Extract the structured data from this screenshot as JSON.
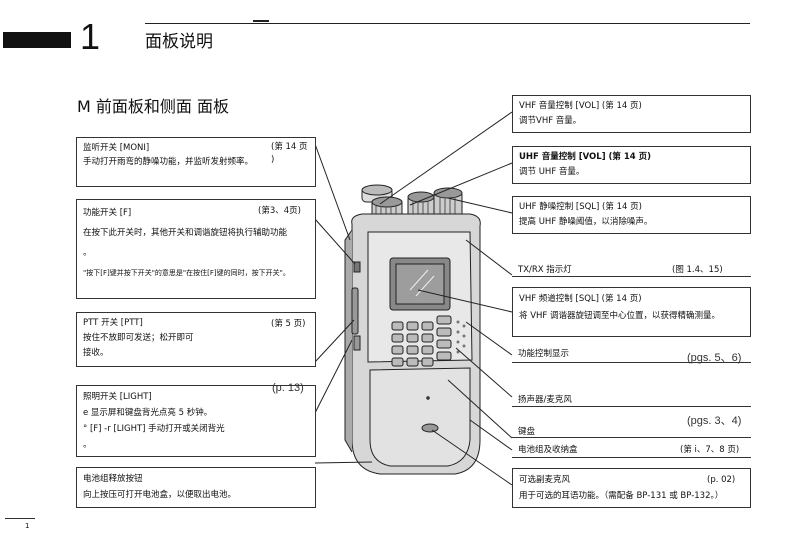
{
  "chapter": {
    "number": "1",
    "title": "面板说明"
  },
  "section_title": "M 前面板和侧面 面板",
  "left_callouts": [
    {
      "title": "监听开关 [MONI]",
      "ref": "(第 14 页",
      "ref2": ")",
      "lines": [
        "手动打开雨弯的静噪功能，并监听发射频率。"
      ]
    },
    {
      "title": "功能开关 [F]",
      "ref": "(第3、4页)",
      "lines": [
        "在按下此开关时，其他开关和调谐旋钮将执行辅助功能",
        "。",
        "\"按下[F]键并按下开关\"的意思是\"在按住[F]键的同时，按下开关\"。"
      ]
    },
    {
      "title": "PTT 开关 [PTT]",
      "ref": "(第 5 页)",
      "lines": [
        "按住不放即可发送；松开即可",
        "接收。"
      ]
    },
    {
      "title": "照明开关 [LIGHT]",
      "ref": "(p. 13)",
      "lines": [
        "e 显示屏和键盘背光点亮 5 秒钟。",
        "° [F] -r [LIGHT] 手动打开或关闭背光",
        "。"
      ]
    },
    {
      "title": "电池组释放按钮",
      "ref": "",
      "lines": [
        "向上按压可打开电池盒，以便取出电池。"
      ]
    }
  ],
  "right_callouts": {
    "vhf_vol": {
      "title": "VHF 音量控制 [VOL] (第 14 页)",
      "desc": "调节VHF 音量。"
    },
    "uhf_vol": {
      "title": "UHF 音量控制 [VOL] (第 14 页)",
      "desc": "调节 UHF 音量。"
    },
    "uhf_sql": {
      "title": "UHF 静噪控制 [SQL] (第 14 页)",
      "desc": "提高 UHF 静噪阈值，以消除噪声。"
    },
    "txrx": {
      "title": "TX/RX 指示灯",
      "ref": "(图 1.4、15)"
    },
    "vhf_sql": {
      "title": "VHF 频道控制 [SQL] (第 14 页)",
      "desc": "将 VHF 调谐器旋钮调至中心位置，以获得精确测量。"
    },
    "function_display": {
      "title": "功能控制显示",
      "ref": "(pgs. 5、6)"
    },
    "speaker": {
      "title": "扬声器/麦克风"
    },
    "keypad": {
      "title": "键盘",
      "ref": "(pgs. 3、4)"
    },
    "battery": {
      "title": "电池组及收纳盒",
      "ref": "(第 i、7、8 页)"
    },
    "mic": {
      "title": "可选副麦克风",
      "ref": "(p. 02)",
      "desc": "用于可选的耳语功能。（需配备 BP-131 或 BP-132。）"
    }
  },
  "page_number": "1"
}
